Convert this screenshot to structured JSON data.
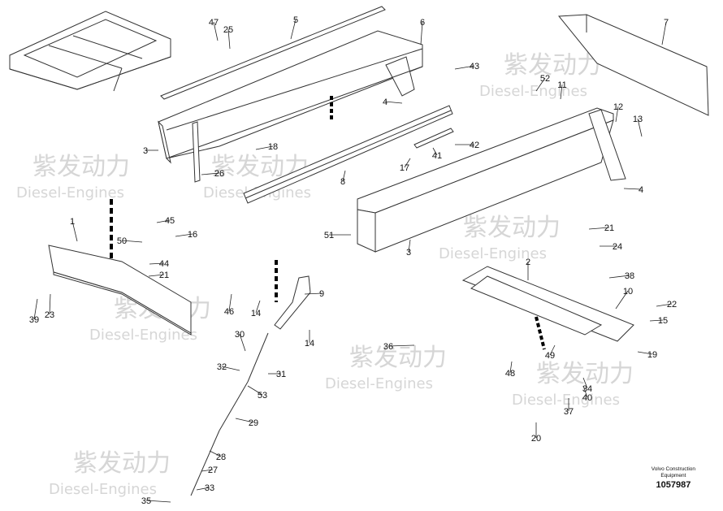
{
  "footer": {
    "brand": "Volvo Construction\nEquipment",
    "drawing_number": "1057987"
  },
  "watermark": {
    "cn": "紫发动力",
    "en": "Diesel-Engines"
  },
  "labels": [
    "47",
    "25",
    "5",
    "6",
    "43",
    "4",
    "52",
    "11",
    "7",
    "12",
    "13",
    "3",
    "18",
    "17",
    "41",
    "42",
    "26",
    "8",
    "4",
    "1",
    "45",
    "16",
    "50",
    "44",
    "21",
    "39",
    "23",
    "51",
    "3",
    "14",
    "9",
    "46",
    "14",
    "30",
    "32",
    "31",
    "53",
    "29",
    "28",
    "27",
    "33",
    "35",
    "2",
    "21",
    "24",
    "38",
    "10",
    "22",
    "15",
    "19",
    "36",
    "48",
    "49",
    "34",
    "40",
    "37",
    "20"
  ]
}
